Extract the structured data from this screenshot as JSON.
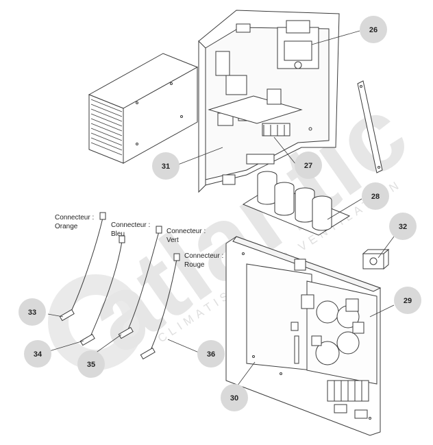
{
  "watermark": {
    "logo": "atlantic",
    "tagline": "CLIMATISATION & VENTILATION",
    "color": "#e2e2e2"
  },
  "callouts": [
    "26",
    "27",
    "28",
    "29",
    "30",
    "31",
    "32",
    "33",
    "34",
    "35",
    "36"
  ],
  "connectors": [
    {
      "line1": "Connecteur :",
      "line2": "Orange"
    },
    {
      "line1": "Connecteur :",
      "line2": "Bleu"
    },
    {
      "line1": "Connecteur :",
      "line2": "Vert"
    },
    {
      "line1": "Connecteur :",
      "line2": "Rouge"
    }
  ],
  "colors": {
    "line": "#3a3a3a",
    "callout_fill": "#d9d9d9",
    "part_fill": "#ffffff"
  }
}
